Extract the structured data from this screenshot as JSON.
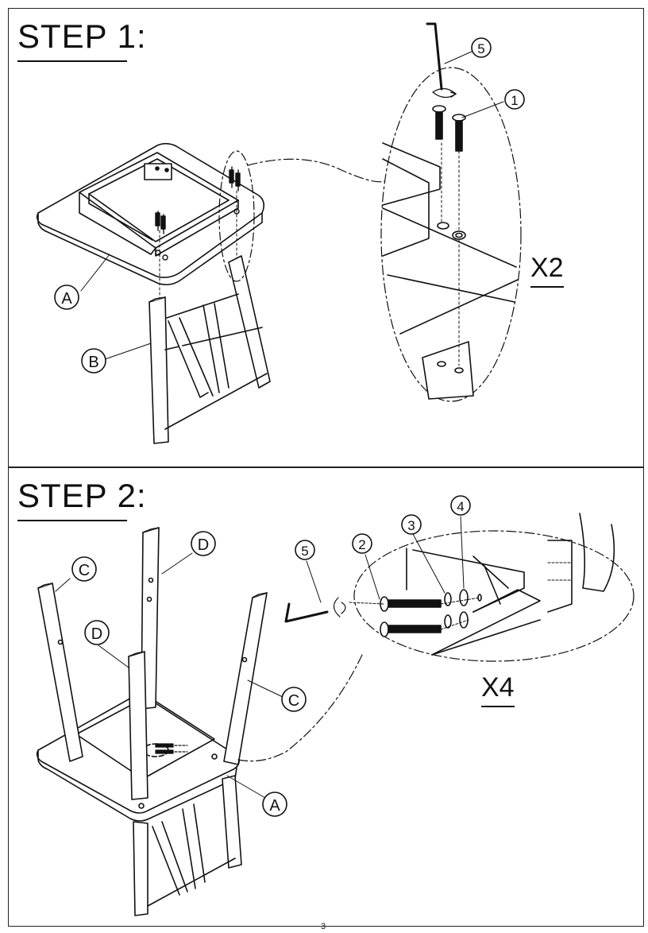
{
  "step1": {
    "title": "STEP 1:",
    "multiplier": "X2",
    "labels": {
      "part_a": "A",
      "part_b": "B",
      "bolt": "1",
      "allen_key": "5"
    }
  },
  "step2": {
    "title": "STEP 2:",
    "multiplier": "X4",
    "labels": {
      "leg_c_left": "C",
      "leg_c_right": "C",
      "leg_d_top": "D",
      "leg_d_mid": "D",
      "part_a": "A",
      "allen_key": "5",
      "bolt": "2",
      "lock_washer": "3",
      "flat_washer": "4"
    }
  },
  "footer": {
    "page_mark": "3"
  },
  "colors": {
    "line": "#111111",
    "background": "#ffffff",
    "panel_border": "#222222"
  }
}
